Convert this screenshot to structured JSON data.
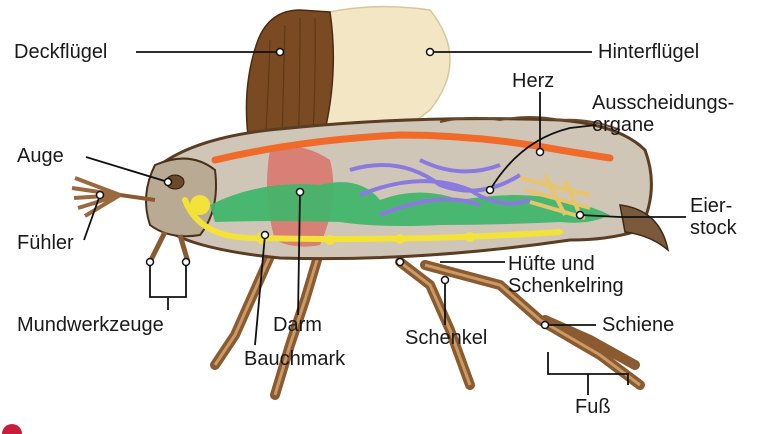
{
  "labels": {
    "deckfluegel": "Deckflügel",
    "hinterfluegel": "Hinterflügel",
    "herz": "Herz",
    "ausscheidung_1": "Ausscheidungs-",
    "ausscheidung_2": "organe",
    "auge": "Auge",
    "eier_1": "Eier-",
    "eier_2": "stock",
    "fuehler": "Fühler",
    "huefte_1": "Hüfte und",
    "huefte_2": "Schenkelring",
    "darm": "Darm",
    "schenkel": "Schenkel",
    "schiene": "Schiene",
    "mundwerkzeuge": "Mundwerkzeuge",
    "bauchmark": "Bauchmark",
    "fuss": "Fuß"
  },
  "colors": {
    "body_shell": "#c9c0b3",
    "body_edge": "#5a3d22",
    "elytra": "#7a4a22",
    "hindwing": "#f3e6c4",
    "heart": "#f06a2a",
    "gut": "#d9726a",
    "intestine_green": "#3fb56a",
    "nerve_cord": "#f2e23a",
    "excretory": "#8a7ae0",
    "ovary": "#f0d37a",
    "leg": "#9a6a3e",
    "line": "#111111",
    "marker": "#c81e3c"
  }
}
